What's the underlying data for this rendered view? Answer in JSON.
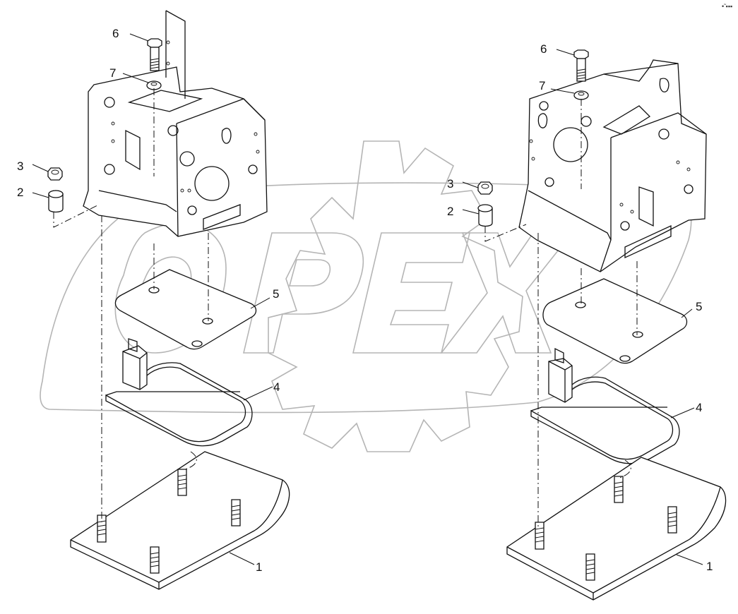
{
  "watermark": {
    "text": "OPEX"
  },
  "corner_mark": {
    "text": "•̃ ▪▪▪"
  },
  "left_group": {
    "callouts": [
      {
        "id": "6",
        "label": "6"
      },
      {
        "id": "7",
        "label": "7"
      },
      {
        "id": "3",
        "label": "3"
      },
      {
        "id": "2",
        "label": "2"
      },
      {
        "id": "5",
        "label": "5"
      },
      {
        "id": "4",
        "label": "4"
      },
      {
        "id": "1",
        "label": "1"
      }
    ]
  },
  "right_group": {
    "callouts": [
      {
        "id": "6",
        "label": "6"
      },
      {
        "id": "7",
        "label": "7"
      },
      {
        "id": "3",
        "label": "3"
      },
      {
        "id": "2",
        "label": "2"
      },
      {
        "id": "5",
        "label": "5"
      },
      {
        "id": "4",
        "label": "4"
      },
      {
        "id": "1",
        "label": "1"
      }
    ]
  }
}
